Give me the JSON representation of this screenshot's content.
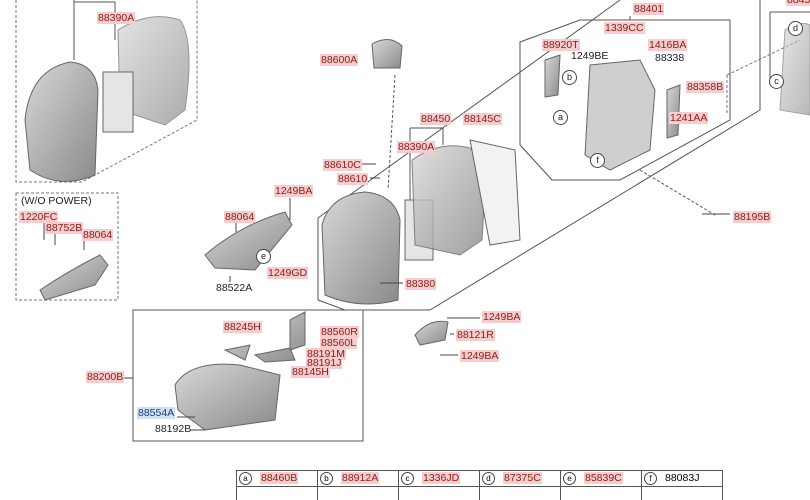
{
  "labels": {
    "l_88390A_top": "88390A",
    "wo_power": "(W/O POWER)",
    "l_1220FC": "1220FC",
    "l_88752B": "88752B",
    "l_88064_a": "88064",
    "l_1249BA_a": "1249BA",
    "l_88064_b": "88064",
    "l_1249GD": "1249GD",
    "l_88522A": "88522A",
    "l_88600A": "88600A",
    "l_88450": "88450",
    "l_88145C": "88145C",
    "l_88390A": "88390A",
    "l_88610C": "88610C",
    "l_88610": "88610",
    "l_88380": "88380",
    "l_88401": "88401",
    "l_1339CC": "1339CC",
    "l_88920T": "88920T",
    "l_1249BE": "1249BE",
    "l_1416BA": "1416BA",
    "l_88338": "88338",
    "l_88358B": "88358B",
    "l_1241AA": "1241AA",
    "l_88195B": "88195B",
    "l_8845_partial": "8845",
    "l_1249BA_b": "1249BA",
    "l_88121R": "88121R",
    "l_1249BA_c": "1249BA",
    "l_88200B": "88200B",
    "l_88245H": "88245H",
    "l_88560R": "88560R",
    "l_88560L": "88560L",
    "l_88191M": "88191M",
    "l_88191J": "88191J",
    "l_88145H": "88145H",
    "l_88554A": "88554A",
    "l_88192B": "88192B"
  },
  "callouts": {
    "a": "a",
    "b": "b",
    "c": "c",
    "d": "d",
    "e": "e",
    "f": "f"
  },
  "legend_table": [
    {
      "key": "a",
      "part": "88460B"
    },
    {
      "key": "b",
      "part": "88912A"
    },
    {
      "key": "c",
      "part": "1336JD"
    },
    {
      "key": "d",
      "part": "87375C"
    },
    {
      "key": "e",
      "part": "85839C"
    },
    {
      "key": "f",
      "part": "88083J"
    }
  ]
}
